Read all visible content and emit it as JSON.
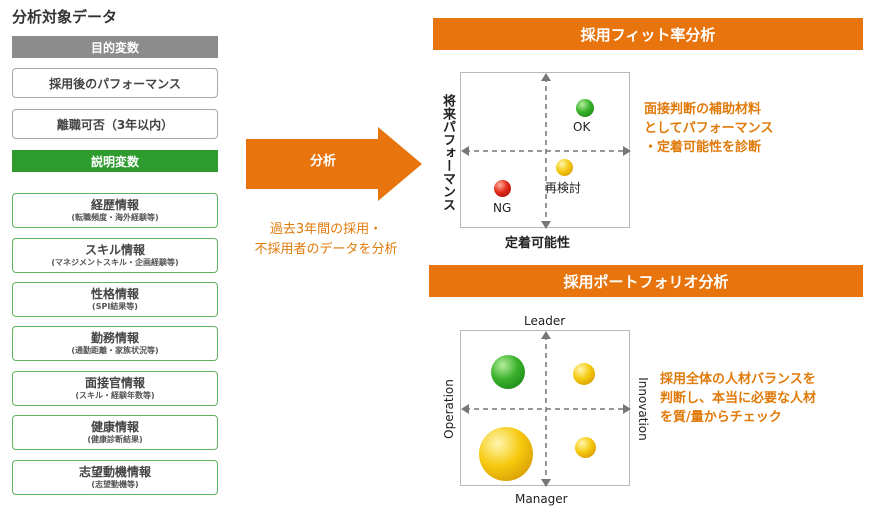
{
  "left_panel": {
    "title": "分析対象データ",
    "objective_header": "目的変数",
    "objective_items": [
      "採用後のパフォーマンス",
      "離職可否（3年以内）"
    ],
    "explanatory_header": "説明変数",
    "explanatory_items": [
      {
        "title": "経歴情報",
        "sub": "(転職頻度・海外経験等)"
      },
      {
        "title": "スキル情報",
        "sub": "(マネジメントスキル・企画経験等)"
      },
      {
        "title": "性格情報",
        "sub": "(SPI結果等)"
      },
      {
        "title": "勤務情報",
        "sub": "(通勤距離・家族状況等)"
      },
      {
        "title": "面接官情報",
        "sub": "(スキル・経験年数等)"
      },
      {
        "title": "健康情報",
        "sub": "(健康診断結果)"
      },
      {
        "title": "志望動機情報",
        "sub": "(志望動機等)"
      }
    ]
  },
  "middle": {
    "arrow_label": "分析",
    "caption_line1": "過去3年間の採用・",
    "caption_line2": "不採用者のデータを分析"
  },
  "fit_analysis": {
    "header": "採用フィット率分析",
    "y_axis_label": "将来パフォーマンス",
    "x_axis_label": "定着可能性",
    "points": [
      {
        "label": "OK",
        "color": "green"
      },
      {
        "label": "再検討",
        "color": "yellow"
      },
      {
        "label": "NG",
        "color": "red"
      }
    ],
    "note_lines": [
      "面接判断の補助材料",
      "としてパフォーマンス",
      "・定着可能性を診断"
    ]
  },
  "portfolio_analysis": {
    "header": "採用ポートフォリオ分析",
    "top_label": "Leader",
    "bottom_label": "Manager",
    "left_label": "Operation",
    "right_label": "Innovation",
    "note_lines": [
      "採用全体の人材バランスを",
      "判断し、本当に必要な人材",
      "を質/量からチェック"
    ]
  },
  "colors": {
    "orange": "#e8740d",
    "green": "#2e9b2e",
    "grey": "#8c8c8c",
    "note_orange": "#e07a0a"
  }
}
